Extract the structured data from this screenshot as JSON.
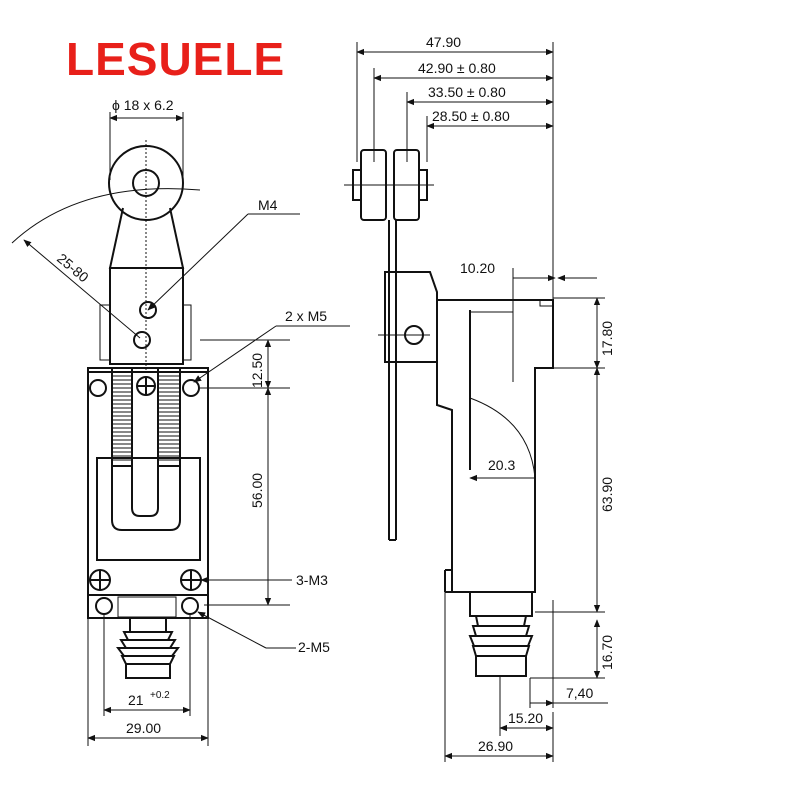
{
  "brand": {
    "text": "LESUELE",
    "color": "#e8201a"
  },
  "front_view": {
    "roller_dim": "ϕ 18 x 6.2",
    "radius_dim": "25-80",
    "thread_m4": "M4",
    "holes_2m5_top": "2 x M5",
    "dim_12_50": "12.50",
    "dim_56_00": "56.00",
    "screws_3m3": "3-M3",
    "holes_2m5_bottom": "2-M5",
    "dim_21": "21",
    "dim_21_tol": "+0.2",
    "dim_29_00": "29.00"
  },
  "side_view": {
    "dim_47_90": "47.90",
    "dim_42_90": "42.90 ± 0.80",
    "dim_33_50": "33.50 ± 0.80",
    "dim_28_50": "28.50 ± 0.80",
    "dim_10_20": "10.20",
    "dim_17_80": "17.80",
    "dim_20_3": "20.3",
    "dim_63_90": "63.90",
    "dim_16_70": "16.70",
    "dim_7_40": "7,40",
    "dim_15_20": "15.20",
    "dim_26_90": "26.90"
  }
}
